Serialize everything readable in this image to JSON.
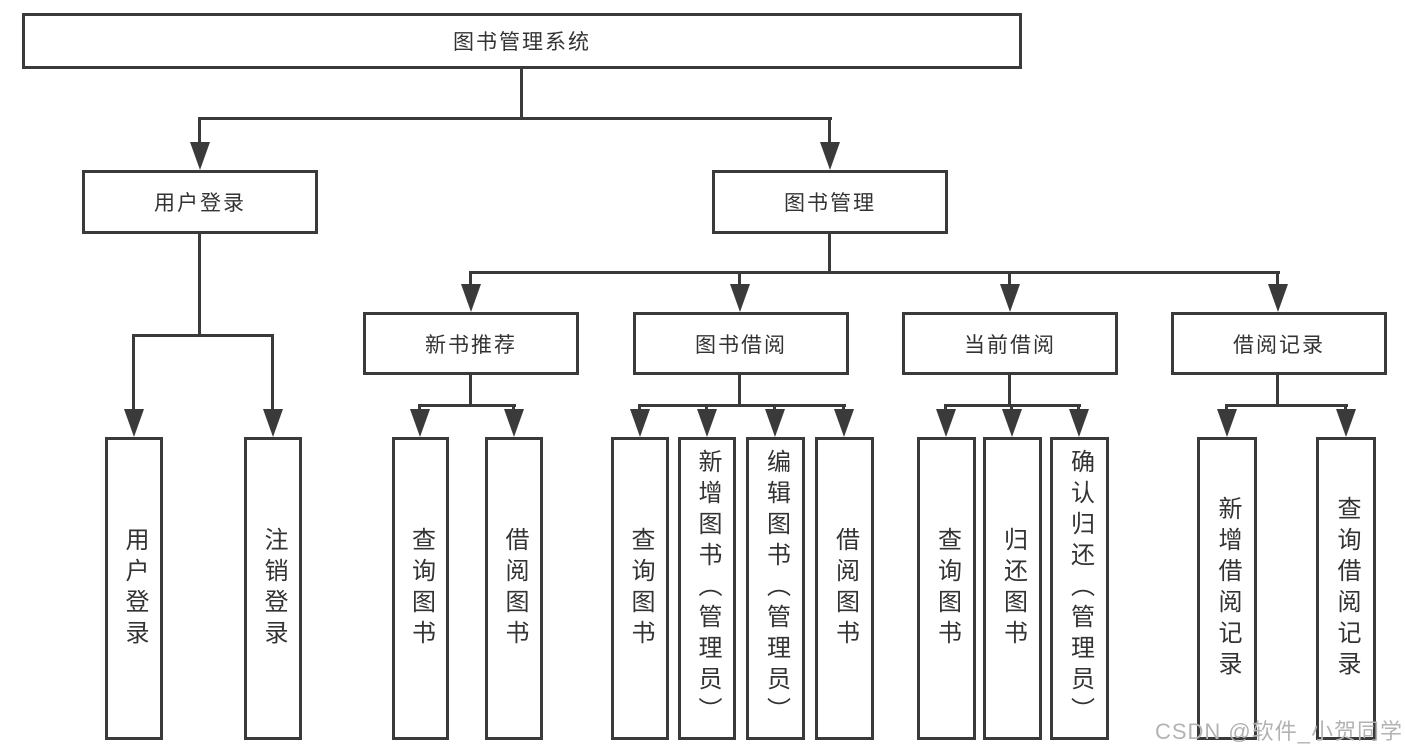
{
  "diagram": {
    "line_color": "#3a3a3a",
    "text_color": "#333333",
    "nodes": {
      "root": "图书管理系统",
      "user_login": "用户登录",
      "book_mgmt": "图书管理",
      "new_book": "新书推荐",
      "book_borrow": "图书借阅",
      "current_borrow": "当前借阅",
      "borrow_record": "借阅记录"
    },
    "leaves": {
      "user_login": [
        "用户登录",
        "注销登录"
      ],
      "new_book": [
        "查询图书",
        "借阅图书"
      ],
      "book_borrow": [
        "查询图书",
        "新增图书（管理员）",
        "编辑图书（管理员）",
        "借阅图书"
      ],
      "current_borrow": [
        "查询图书",
        "归还图书",
        "确认归还（管理员）"
      ],
      "borrow_record": [
        "新增借阅记录",
        "查询借阅记录"
      ]
    }
  },
  "watermark": {
    "text": "CSDN @软件_小贺同学"
  }
}
